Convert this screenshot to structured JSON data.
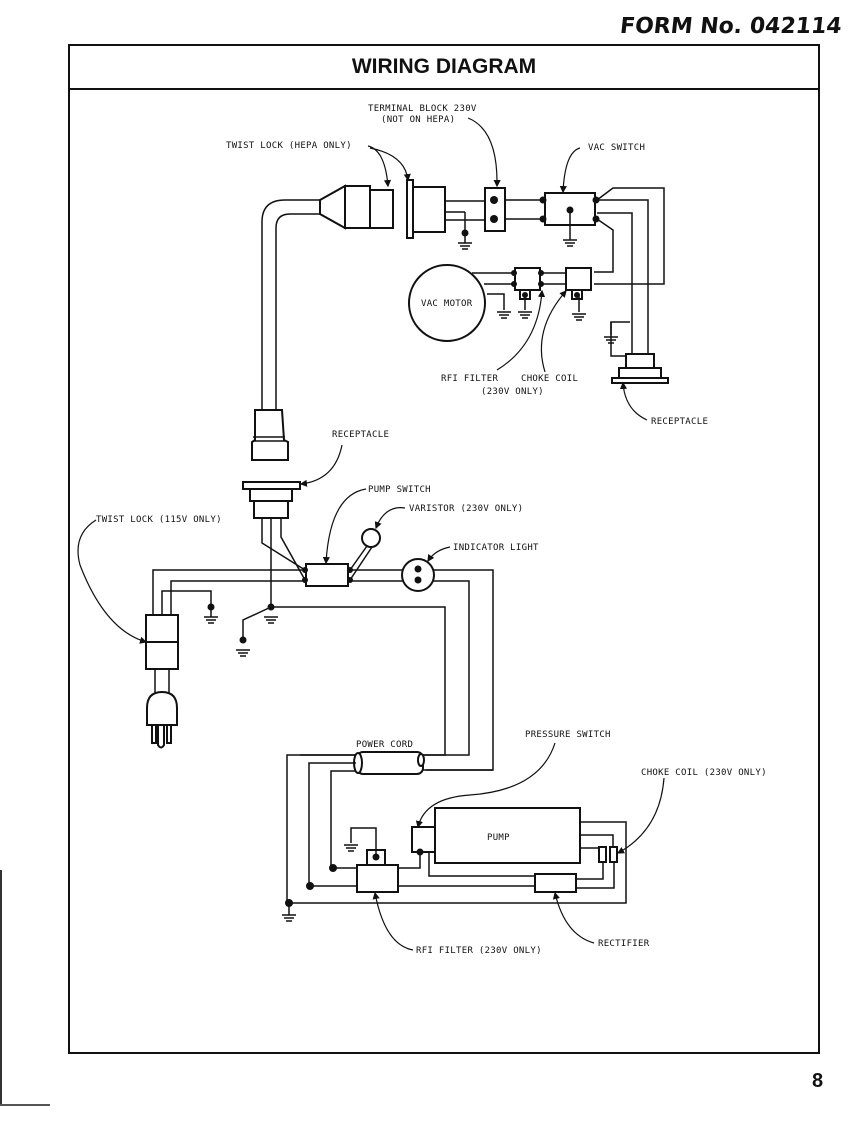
{
  "header": {
    "form_number": "FORM No. 042114",
    "title": "WIRING DIAGRAM"
  },
  "page_number": "8",
  "labels": {
    "terminal_block": "TERMINAL BLOCK 230V",
    "terminal_block_note": "(NOT ON HEPA)",
    "twist_lock_hepa": "TWIST LOCK (HEPA ONLY)",
    "vac_switch": "VAC SWITCH",
    "vac_motor": "VAC MOTOR",
    "rfi_filter_top": "RFI FILTER",
    "choke_coil_top": "CHOKE COIL",
    "note_230v_top": "(230V ONLY)",
    "receptacle_top": "RECEPTACLE",
    "receptacle_mid": "RECEPTACLE",
    "pump_switch": "PUMP SWITCH",
    "varistor": "VARISTOR (230V ONLY)",
    "twist_lock_115": "TWIST LOCK (115V ONLY)",
    "indicator_light": "INDICATOR LIGHT",
    "power_cord": "POWER CORD",
    "pressure_switch": "PRESSURE SWITCH",
    "choke_coil_bottom": "CHOKE COIL (230V ONLY)",
    "pump": "PUMP",
    "rfi_filter_bottom": "RFI FILTER (230V ONLY)",
    "rectifier": "RECTIFIER"
  }
}
